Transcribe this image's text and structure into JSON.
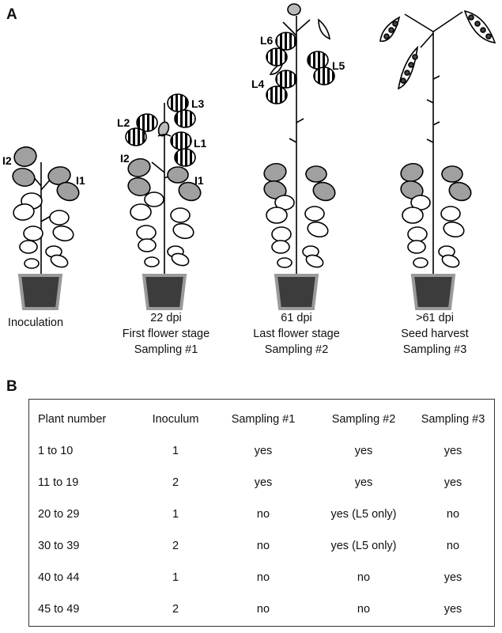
{
  "panel_a": {
    "letter": "A",
    "captions": [
      [
        "Inoculation"
      ],
      [
        "22 dpi",
        "First flower stage",
        "Sampling #1"
      ],
      [
        "61 dpi",
        "Last flower stage",
        "Sampling #2"
      ],
      [
        ">61 dpi",
        "Seed harvest",
        "Sampling #3"
      ]
    ],
    "plant1_labels": {
      "i2": "I2",
      "i1": "I1"
    },
    "plant2_labels": {
      "l3": "L3",
      "l2": "L2",
      "l1": "L1",
      "i2": "I2",
      "i1": "I1"
    },
    "plant3_labels": {
      "l6": "L6",
      "l5": "L5",
      "l4": "L4"
    },
    "colors": {
      "inoculated_leaf": "#a0a0a0",
      "pot": "#3c3c3c",
      "pot_rim": "#9a9a9a"
    }
  },
  "panel_b": {
    "letter": "B",
    "table": {
      "headers": [
        "Plant number",
        "Inoculum",
        "Sampling #1",
        "Sampling #2",
        "Sampling #3"
      ],
      "rows": [
        [
          "1 to 10",
          "1",
          "yes",
          "yes",
          "yes"
        ],
        [
          "11 to 19",
          "2",
          "yes",
          "yes",
          "yes"
        ],
        [
          "20 to 29",
          "1",
          "no",
          "yes (L5 only)",
          "no"
        ],
        [
          "30 to 39",
          "2",
          "no",
          "yes (L5 only)",
          "no"
        ],
        [
          "40 to 44",
          "1",
          "no",
          "no",
          "yes"
        ],
        [
          "45 to 49",
          "2",
          "no",
          "no",
          "yes"
        ]
      ]
    }
  }
}
